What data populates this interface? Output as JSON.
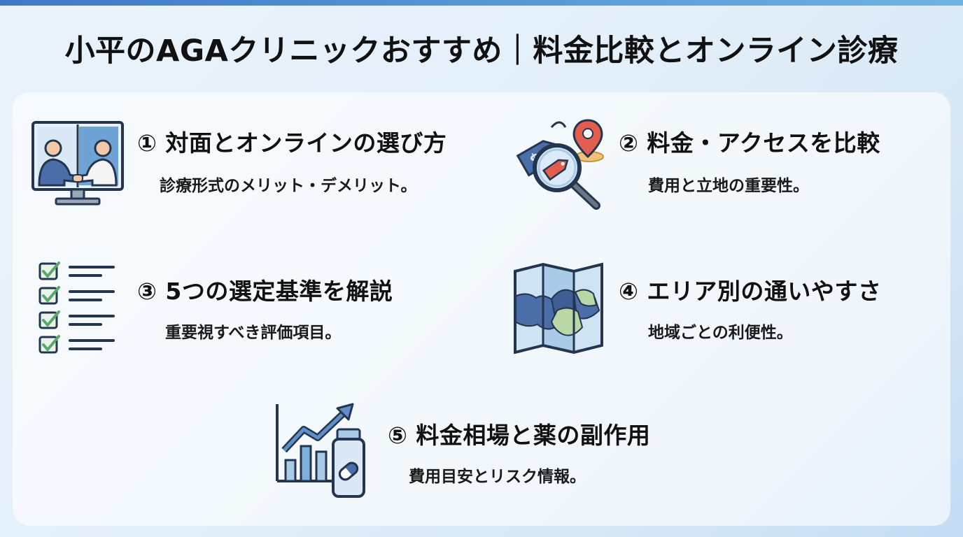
{
  "page": {
    "title": "小平のAGAクリニックおすすめ｜料金比較とオンライン診療"
  },
  "items": [
    {
      "heading": "① 対面とオンラインの選び方",
      "description": "診療形式のメリット・デメリット。",
      "icon": "video-consultation-icon"
    },
    {
      "heading": "② 料金・アクセスを比較",
      "description": "費用と立地の重要性。",
      "icon": "price-tag-search-icon"
    },
    {
      "heading": "③ 5つの選定基準を解説",
      "description": "重要視すべき評価項目。",
      "icon": "checklist-icon"
    },
    {
      "heading": "④ エリア別の通いやすさ",
      "description": "地域ごとの利便性。",
      "icon": "folded-map-icon"
    },
    {
      "heading": "⑤ 料金相場と薬の副作用",
      "description": "費用目安とリスク情報。",
      "icon": "chart-medicine-icon"
    }
  ],
  "colors": {
    "accent_dark": "#2f4f7a",
    "accent_blue": "#5f8fc7",
    "accent_light": "#a9cbe8",
    "pin_red": "#e35d4f",
    "check_green": "#7fbf8a",
    "map_green": "#b9d7a7"
  }
}
